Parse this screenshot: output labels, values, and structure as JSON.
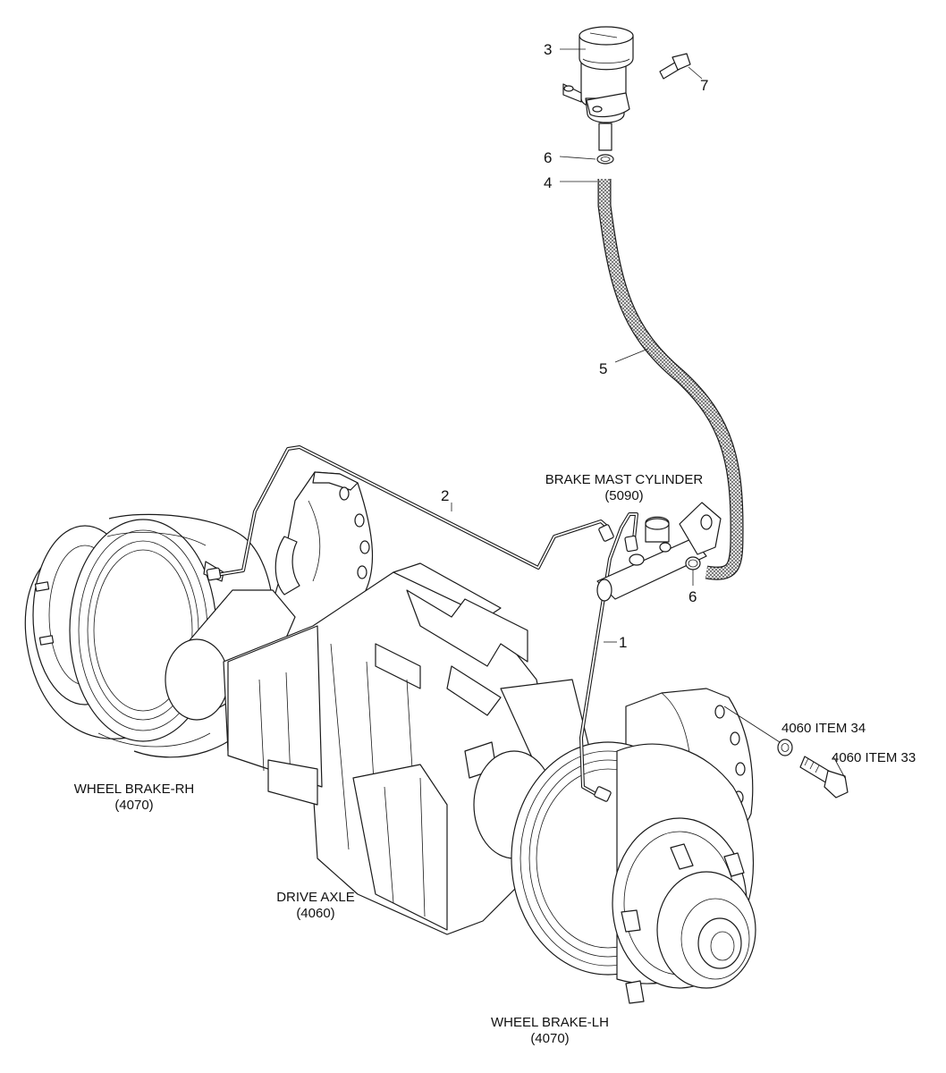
{
  "colors": {
    "line": "#1a1a1a",
    "hose_fill": "#c8c8c8",
    "background": "#ffffff"
  },
  "callouts": {
    "item_1": "1",
    "item_2": "2",
    "item_3": "3",
    "item_4": "4",
    "item_5": "5",
    "item_6_top": "6",
    "item_6_cylinder": "6",
    "item_7": "7"
  },
  "labels": {
    "brake_master_cylinder": {
      "line1": "BRAKE MAST CYLINDER",
      "line2": "(5090)"
    },
    "wheel_brake_rh": {
      "line1": "WHEEL BRAKE-RH",
      "line2": "(4070)"
    },
    "wheel_brake_lh": {
      "line1": "WHEEL BRAKE-LH",
      "line2": "(4070)"
    },
    "drive_axle": {
      "line1": "DRIVE AXLE",
      "line2": "(4060)"
    },
    "ref_item_34": "4060 ITEM 34",
    "ref_item_33": "4060 ITEM 33"
  }
}
